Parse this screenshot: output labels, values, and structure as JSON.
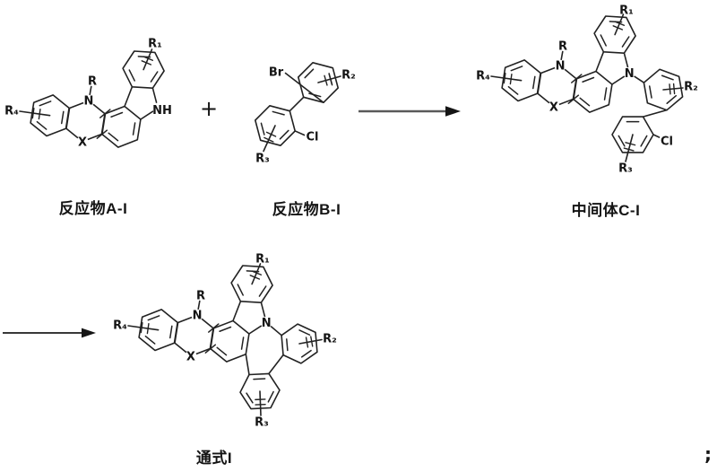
{
  "page": {
    "background": "#ffffff",
    "ink": "#222222",
    "arrow_shaft_color": "#5a5a5a"
  },
  "scheme": {
    "structures": {
      "reactant_a": {
        "caption": "反应物A-I",
        "atoms": {
          "r": "R",
          "r1": "R₁",
          "r4": "R₄",
          "n": "N",
          "x": "X",
          "nh": "NH"
        }
      },
      "reactant_b": {
        "caption": "反应物B-I",
        "atoms": {
          "br": "Br",
          "cl": "Cl",
          "r2": "R₂",
          "r3": "R₃"
        }
      },
      "intermediate_c": {
        "caption": "中间体C-I",
        "atoms": {
          "r": "R",
          "r1": "R₁",
          "r2": "R₂",
          "r3": "R₃",
          "r4": "R₄",
          "n": "N",
          "n_carbazole": "N",
          "x": "X",
          "cl": "Cl"
        }
      },
      "formula_i": {
        "caption": "通式I",
        "atoms": {
          "r": "R",
          "r1": "R₁",
          "r2": "R₂",
          "r3": "R₃",
          "r4": "R₄",
          "n": "N",
          "n_carbazole": "N",
          "x": "X"
        }
      }
    },
    "operators": {
      "plus": "+",
      "terminator": ";"
    }
  }
}
